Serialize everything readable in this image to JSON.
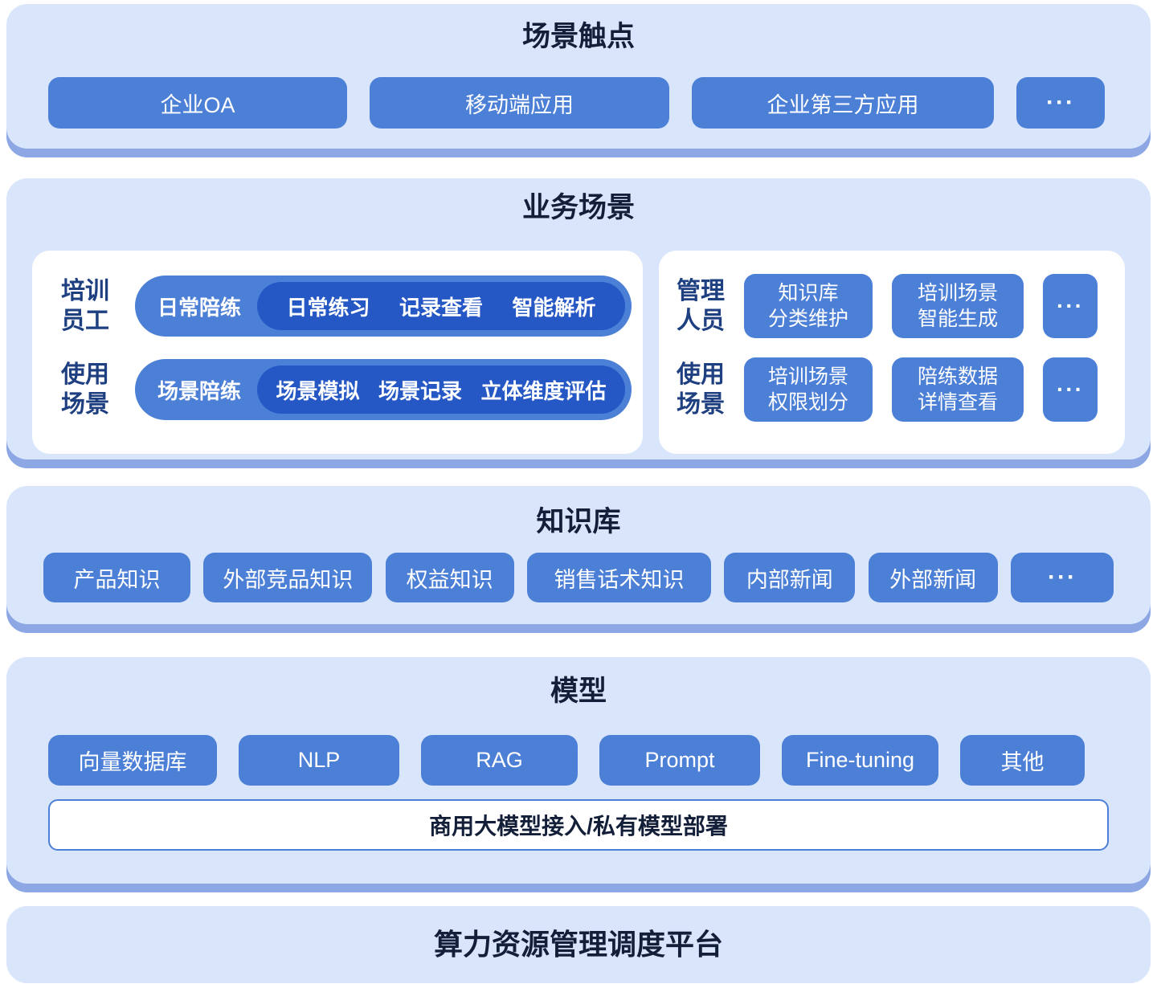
{
  "colors": {
    "layer_bg": "#d8e5fb",
    "layer_shadow": "#8ca7e4",
    "button_blue": "#4c7fd6",
    "button_dark_blue": "#2558c5",
    "title_text": "#131f38",
    "side_label_text": "#1e3f80"
  },
  "touchpoints": {
    "title": "场景触点",
    "items": [
      "企业OA",
      "移动端应用",
      "企业第三方应用",
      "···"
    ]
  },
  "business": {
    "title": "业务场景",
    "training": {
      "rows": [
        {
          "label1": "培训",
          "label2": "员工",
          "group": "日常陪练",
          "items": [
            "日常练习",
            "记录查看",
            "智能解析"
          ]
        },
        {
          "label1": "使用",
          "label2": "场景",
          "group": "场景陪练",
          "items": [
            "场景模拟",
            "场景记录",
            "立体维度评估"
          ]
        }
      ]
    },
    "management": {
      "rows": [
        {
          "label1": "管理",
          "label2": "人员",
          "buttons": [
            {
              "line1": "知识库",
              "line2": "分类维护"
            },
            {
              "line1": "培训场景",
              "line2": "智能生成"
            }
          ],
          "more": "···"
        },
        {
          "label1": "使用",
          "label2": "场景",
          "buttons": [
            {
              "line1": "培训场景",
              "line2": "权限划分"
            },
            {
              "line1": "陪练数据",
              "line2": "详情查看"
            }
          ],
          "more": "···"
        }
      ]
    }
  },
  "knowledge": {
    "title": "知识库",
    "items": [
      "产品知识",
      "外部竞品知识",
      "权益知识",
      "销售话术知识",
      "内部新闻",
      "外部新闻",
      "···"
    ]
  },
  "model": {
    "title": "模型",
    "items": [
      "向量数据库",
      "NLP",
      "RAG",
      "Prompt",
      "Fine-tuning",
      "其他"
    ],
    "bar": "商用大模型接入/私有模型部署"
  },
  "compute": {
    "title": "算力资源管理调度平台"
  }
}
